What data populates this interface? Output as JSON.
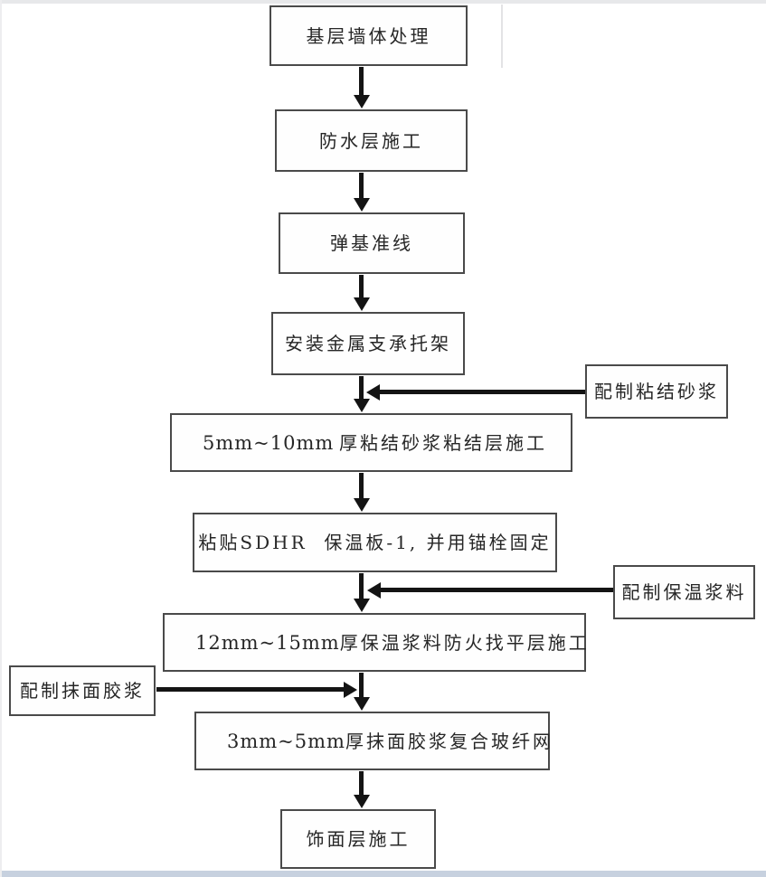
{
  "diagram": {
    "type": "flowchart",
    "language": "zh-CN",
    "main_nodes": [
      {
        "id": "step-1",
        "label": "基层墙体处理"
      },
      {
        "id": "step-2",
        "label": "防水层施工"
      },
      {
        "id": "step-3",
        "label": "弹基准线"
      },
      {
        "id": "step-4",
        "label": "安装金属支承托架"
      },
      {
        "id": "step-5",
        "measure": "5mm~10mm",
        "label": "厚粘结砂浆粘结层施工"
      },
      {
        "id": "step-6",
        "label": "粘贴SDHR  保温板-1, 并用锚栓固定"
      },
      {
        "id": "step-7",
        "measure": "12mm~15mm",
        "label": "厚保温浆料防火找平层施工"
      },
      {
        "id": "step-8",
        "measure": "3mm~5mm",
        "label": "厚抹面胶浆复合玻纤网"
      },
      {
        "id": "step-9",
        "label": "饰面层施工"
      }
    ],
    "side_nodes": [
      {
        "id": "side-1",
        "label": "配制粘结砂浆",
        "side": "right",
        "joins": "arrow between step-4 and step-5"
      },
      {
        "id": "side-2",
        "label": "配制保温浆料",
        "side": "right",
        "joins": "arrow between step-6 and step-7"
      },
      {
        "id": "side-3",
        "label": "配制抹面胶浆",
        "side": "left",
        "joins": "arrow between step-7 and step-8"
      }
    ],
    "colors": {
      "box_border": "#4a4a4a",
      "box_fill": "#fefefe",
      "arrow": "#141414",
      "text": "#262626",
      "background": "#ffffff",
      "scan_edge_top": "#e7e8ea",
      "scan_edge_bottom": "#c7d1df"
    }
  }
}
